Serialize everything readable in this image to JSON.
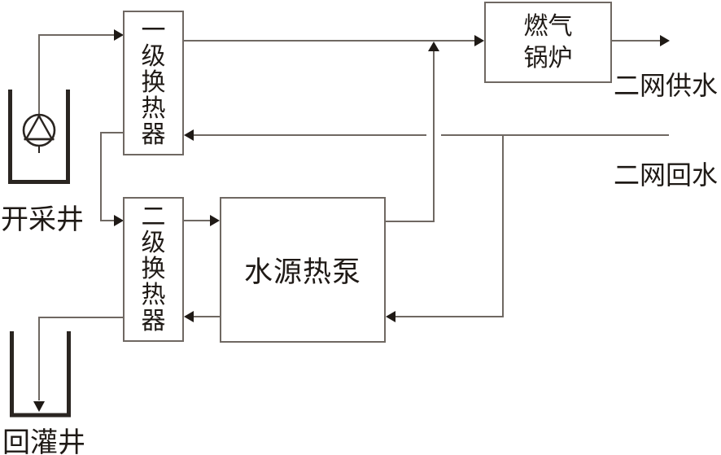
{
  "diagram": {
    "nodes": {
      "primary_heat_exchanger": {
        "label": "一级换热器"
      },
      "secondary_heat_exchanger": {
        "label": "二级换热器"
      },
      "water_source_heat_pump": {
        "label": "水源热泵"
      },
      "gas_boiler": {
        "label": "燃气锅炉"
      }
    },
    "annotations": {
      "extraction_well": {
        "label": "开采井"
      },
      "reinjection_well": {
        "label": "回灌井"
      },
      "network_supply": {
        "label": "二网供水"
      },
      "network_return": {
        "label": "二网回水"
      }
    },
    "colors": {
      "background": "#ffffff",
      "pipe_line": "#6f6862",
      "box_border": "#6f6862",
      "well_symbol": "#2a2521",
      "arrowhead": "#1f1a16",
      "text": "#1f1a16"
    }
  }
}
